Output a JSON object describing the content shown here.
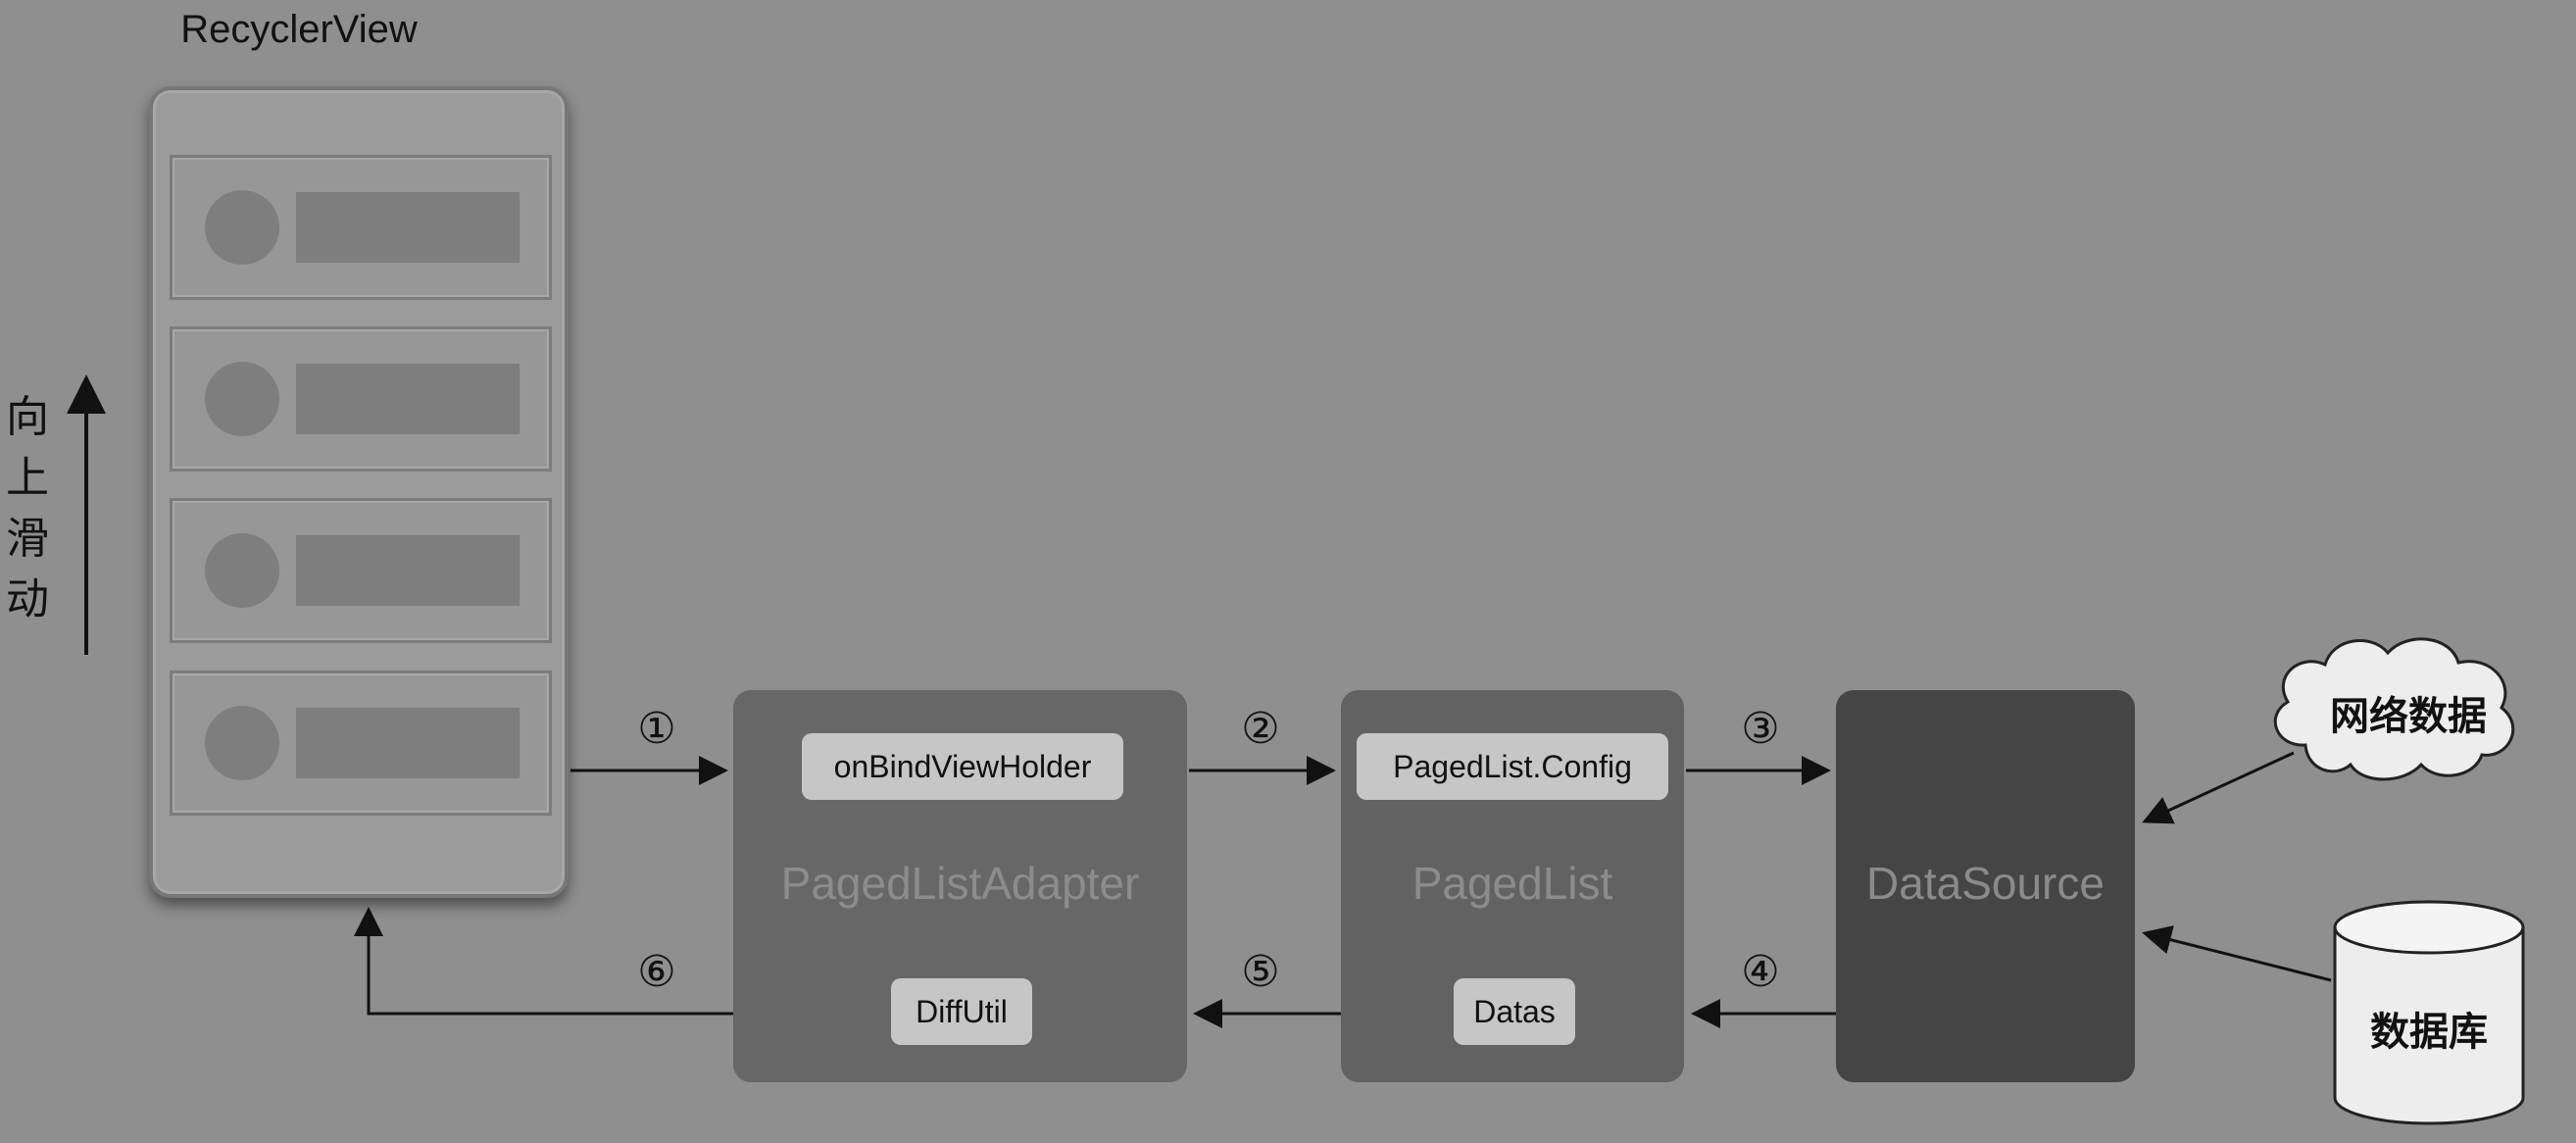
{
  "recycler_view": {
    "title": "RecyclerView",
    "item_count": 4
  },
  "scroll_direction": {
    "label": "向上滑动"
  },
  "adapter": {
    "method": "onBindViewHolder",
    "title": "PagedListAdapter",
    "util": "DiffUtil"
  },
  "paged_list": {
    "config": "PagedList.Config",
    "title": "PagedList",
    "data": "Datas"
  },
  "data_source": {
    "title": "DataSource"
  },
  "sources": {
    "network": "网络数据",
    "database": "数据库"
  },
  "steps": {
    "s1": "①",
    "s2": "②",
    "s3": "③",
    "s4": "④",
    "s5": "⑤",
    "s6": "⑥"
  },
  "colors": {
    "background": "#8f8f8f",
    "adapter_box": "#676767",
    "paged_list_box": "#626262",
    "data_source_box": "#454545",
    "chip": "#c6c6c6"
  }
}
